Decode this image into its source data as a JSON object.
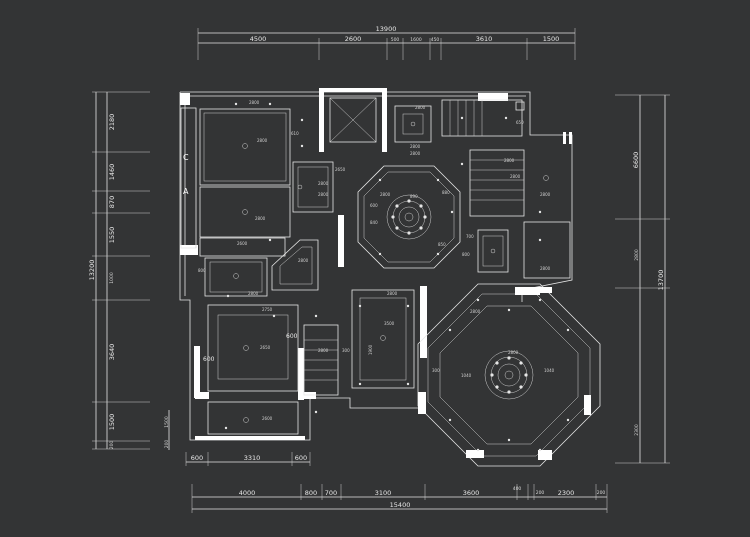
{
  "dimensions": {
    "top_total": "13900",
    "top": [
      "4500",
      "2600",
      "500",
      "1600",
      "450",
      "3610",
      "1500"
    ],
    "bottom_total": "15400",
    "bottom": [
      "4000",
      "800",
      "700",
      "3100",
      "3600",
      "400",
      "200",
      "2300",
      "200"
    ],
    "inner_bottom": [
      "600",
      "3310",
      "600"
    ],
    "left_total": "13200",
    "left": [
      "2180",
      "1460",
      "870",
      "1550",
      "1000",
      "3640",
      "1500",
      "200"
    ],
    "left_inner": [
      "1500",
      "200"
    ],
    "right_total": "13700",
    "right": [
      "6600",
      "2800",
      "2300"
    ]
  },
  "markers": {
    "c": "C",
    "a": "A"
  },
  "labels": {
    "room_600_left": "600",
    "room_600_right": "600",
    "ceiling": [
      "2800",
      "2800",
      "2600",
      "2800",
      "2800",
      "2800",
      "2650",
      "2750",
      "2600",
      "2800",
      "2800",
      "2800",
      "2800",
      "2650",
      "2800",
      "2800",
      "2800",
      "2800",
      "2800",
      "2800",
      "2800",
      "2800"
    ],
    "small": [
      "610",
      "650",
      "300",
      "600",
      "800",
      "890",
      "880",
      "840",
      "850",
      "700",
      "1900",
      "3500",
      "1040",
      "1040",
      "300",
      "800",
      "2800",
      "2800"
    ]
  }
}
